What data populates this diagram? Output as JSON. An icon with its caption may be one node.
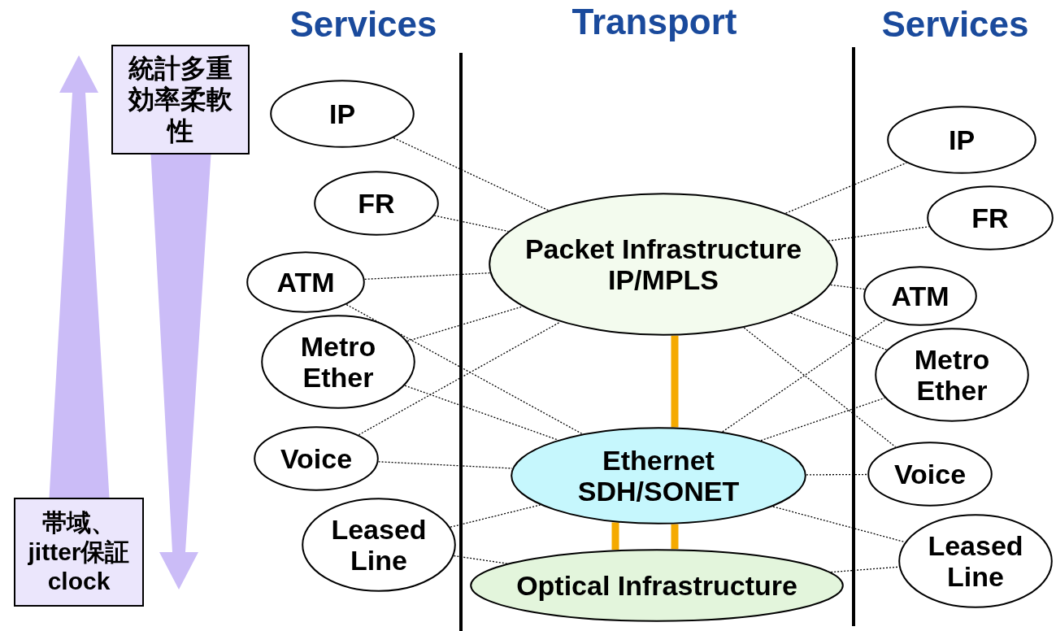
{
  "diagram": {
    "nodes": [
      {
        "text": [
          "統計多重効率柔軟性"
        ]
      },
      {
        "text": [
          "帯域、jitter保証 clock"
        ]
      },
      {
        "text": [
          "IP"
        ]
      },
      {
        "text": [
          "FR"
        ]
      },
      {
        "text": [
          "ATM"
        ]
      },
      {
        "text": [
          "Metro Ether"
        ]
      },
      {
        "text": [
          "Voice"
        ]
      },
      {
        "text": [
          "Leased Line"
        ]
      },
      {
        "text": [
          "Packet Infrastructure IP/MPLS"
        ]
      },
      {
        "text": [
          "Ethernet SDH/SONET"
        ]
      },
      {
        "text": [
          "Optical Infrastructure"
        ]
      },
      {
        "text": [
          "IP"
        ]
      },
      {
        "text": [
          "FR"
        ]
      },
      {
        "text": [
          "ATM"
        ]
      },
      {
        "text": [
          "Metro Ether"
        ]
      },
      {
        "text": [
          "Voice"
        ]
      },
      {
        "text": [
          "Leased Line"
        ]
      }
    ],
    "edges": [
      {
        "from": 2,
        "to": 8,
        "arrow": "none",
        "style": "dashed"
      },
      {
        "from": 3,
        "to": 8,
        "arrow": "none",
        "style": "dashed"
      },
      {
        "from": 4,
        "to": 8,
        "arrow": "none",
        "style": "dashed"
      },
      {
        "from": 4,
        "to": 9,
        "arrow": "none",
        "style": "dashed"
      },
      {
        "from": 5,
        "to": 8,
        "arrow": "none",
        "style": "dashed"
      },
      {
        "from": 5,
        "to": 9,
        "arrow": "none",
        "style": "dashed"
      },
      {
        "from": 6,
        "to": 8,
        "arrow": "none",
        "style": "dashed"
      },
      {
        "from": 6,
        "to": 9,
        "arrow": "none",
        "style": "dashed"
      },
      {
        "from": 7,
        "to": 9,
        "arrow": "none",
        "style": "dashed"
      },
      {
        "from": 7,
        "to": 10,
        "arrow": "none",
        "style": "dashed"
      },
      {
        "from": 8,
        "to": 11,
        "arrow": "none",
        "style": "dashed"
      },
      {
        "from": 8,
        "to": 12,
        "arrow": "none",
        "style": "dashed"
      },
      {
        "from": 8,
        "to": 13,
        "arrow": "none",
        "style": "dashed"
      },
      {
        "from": 8,
        "to": 14,
        "arrow": "none",
        "style": "dashed"
      },
      {
        "from": 8,
        "to": 15,
        "arrow": "none",
        "style": "dashed"
      },
      {
        "from": 9,
        "to": 13,
        "arrow": "none",
        "style": "dashed"
      },
      {
        "from": 9,
        "to": 14,
        "arrow": "none",
        "style": "dashed"
      },
      {
        "from": 9,
        "to": 15,
        "arrow": "none",
        "style": "dashed"
      },
      {
        "from": 9,
        "to": 16,
        "arrow": "none",
        "style": "dashed"
      },
      {
        "from": 10,
        "to": 16,
        "arrow": "none",
        "style": "dashed"
      },
      {
        "from": 8,
        "to": 9,
        "arrow": "none",
        "style": "thick",
        "color": "#f5aa00"
      },
      {
        "from": 9,
        "to": 10,
        "arrow": "none",
        "style": "thick",
        "color": "#f5aa00"
      },
      {
        "from": 9,
        "to": 10,
        "arrow": "none",
        "style": "thick",
        "color": "#f5aa00"
      },
      {
        "from": 1,
        "to": null,
        "arrow": "to",
        "style": "thick",
        "color": "#cbbcf7"
      },
      {
        "from": 0,
        "to": null,
        "arrow": "to",
        "style": "thick",
        "color": "#cbbcf7"
      }
    ],
    "labels": [
      "Services",
      "Transport",
      "Services"
    ]
  }
}
